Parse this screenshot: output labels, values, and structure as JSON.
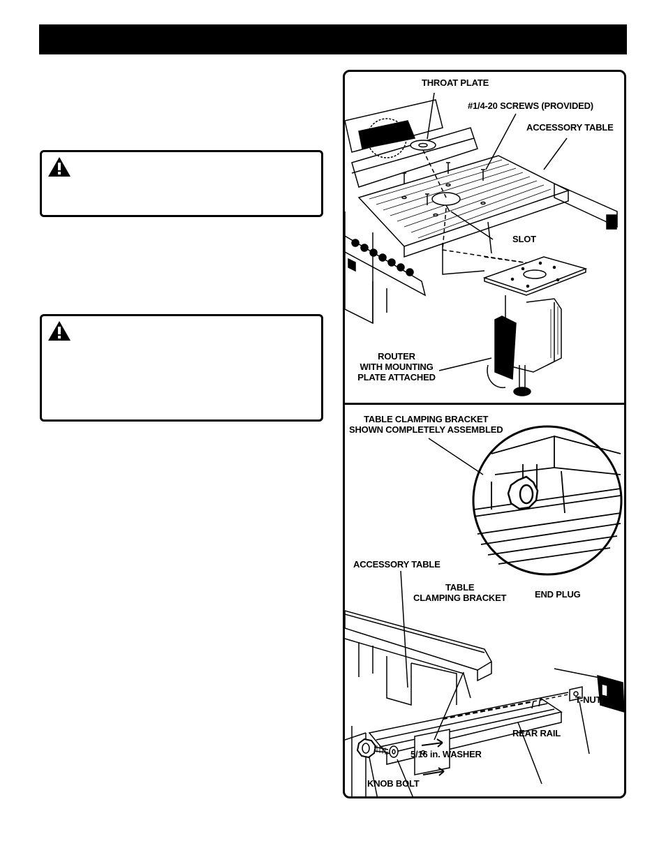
{
  "header": {
    "title": ""
  },
  "warnings": [
    {
      "icon": "warning-triangle-icon"
    },
    {
      "icon": "warning-triangle-icon"
    }
  ],
  "figure_top": {
    "labels": {
      "throat_plate": "THROAT PLATE",
      "screws": "#1/4-20 SCREWS (PROVIDED)",
      "accessory_table": "ACCESSORY TABLE",
      "slot": "SLOT",
      "router": "ROUTER\nWITH MOUNTING\nPLATE ATTACHED"
    }
  },
  "figure_bottom": {
    "labels": {
      "bracket_assembled": "TABLE CLAMPING BRACKET\nSHOWN COMPLETELY ASSEMBLED",
      "accessory_table": "ACCESSORY TABLE",
      "clamping_bracket": "TABLE\nCLAMPING BRACKET",
      "end_plug": "END PLUG",
      "t_nut": "T-NUT",
      "rear_rail": "REAR RAIL",
      "washer": "5/16 in. WASHER",
      "knob_bolt": "KNOB BOLT"
    }
  }
}
